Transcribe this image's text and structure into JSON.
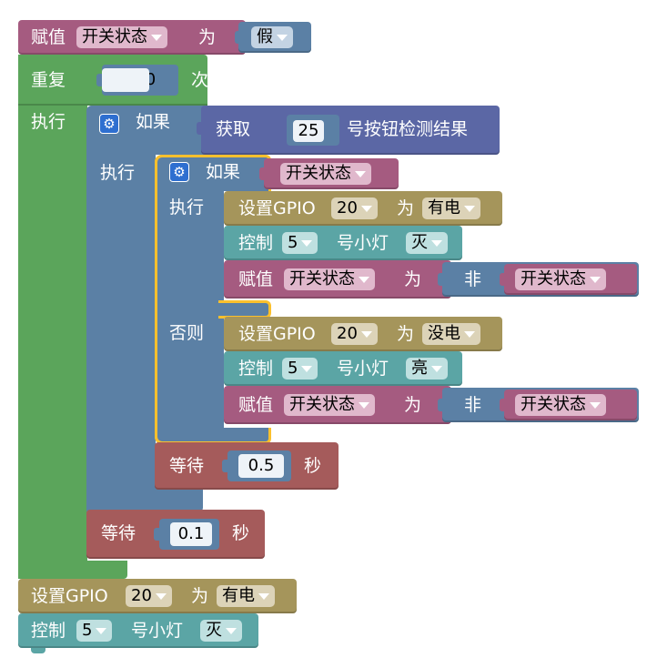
{
  "colors": {
    "variable": "#a55b80",
    "loop": "#5ba55b",
    "logic": "#5b80a5",
    "sensor": "#5b67a5",
    "gpio": "#a5955b",
    "light": "#5ba5a5",
    "wait": "#a55b5b",
    "highlight": "#fbc02d"
  },
  "icons": {
    "gear": "⚙"
  },
  "top_set": {
    "label": "赋值",
    "var": "开关状态",
    "as": "为",
    "value": "假"
  },
  "repeat": {
    "label": "重复",
    "count": "200",
    "times": "次",
    "do": "执行"
  },
  "if_outer": {
    "label": "如果",
    "get_label": "获取",
    "pin": "25",
    "suffix": "号按钮检测结果",
    "do": "执行"
  },
  "if_inner": {
    "label": "如果",
    "condition_var": "开关状态",
    "do": "执行",
    "else": "否则",
    "then_blocks": {
      "gpio": {
        "label": "设置GPIO",
        "pin": "20",
        "as": "为",
        "value": "有电"
      },
      "light": {
        "label": "控制",
        "num": "5",
        "suffix": "号小灯",
        "state": "灭"
      },
      "assign": {
        "label": "赋值",
        "var": "开关状态",
        "as": "为",
        "not": "非",
        "not_var": "开关状态"
      }
    },
    "else_blocks": {
      "gpio": {
        "label": "设置GPIO",
        "pin": "20",
        "as": "为",
        "value": "没电"
      },
      "light": {
        "label": "控制",
        "num": "5",
        "suffix": "号小灯",
        "state": "亮"
      },
      "assign": {
        "label": "赋值",
        "var": "开关状态",
        "as": "为",
        "not": "非",
        "not_var": "开关状态"
      }
    }
  },
  "wait_inner": {
    "label": "等待",
    "value": "0.5",
    "unit": "秒"
  },
  "wait_outer": {
    "label": "等待",
    "value": "0.1",
    "unit": "秒"
  },
  "bottom_gpio": {
    "label": "设置GPIO",
    "pin": "20",
    "as": "为",
    "value": "有电"
  },
  "bottom_light": {
    "label": "控制",
    "num": "5",
    "suffix": "号小灯",
    "state": "灭"
  }
}
